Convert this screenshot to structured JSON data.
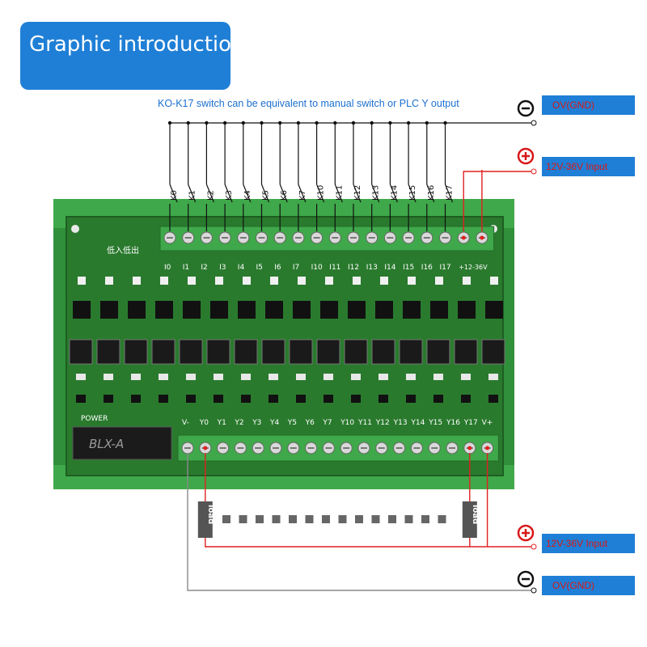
{
  "header": {
    "title": "Graphic introduction"
  },
  "caption": "KO-K17 switch can be equivalent to manual switch or PLC Y output",
  "supplies": {
    "gnd_label": "OV(GND)",
    "input_label": "12V-36V Input"
  },
  "switch_labels": [
    "K0",
    "K1",
    "K2",
    "K3",
    "K4",
    "K5",
    "K6",
    "K7",
    "K10",
    "K11",
    "K12",
    "K13",
    "K14",
    "K15",
    "K16",
    "K17"
  ],
  "input_terminals": [
    "I0",
    "I1",
    "I2",
    "I3",
    "I4",
    "I5",
    "I6",
    "I7",
    "I10",
    "I11",
    "I12",
    "I13",
    "I14",
    "I15",
    "I16",
    "I17"
  ],
  "input_power_label": "+12-36V",
  "board_chinese_label": "低入低出",
  "output_terminals": [
    "V-",
    "Y0",
    "Y1",
    "Y2",
    "Y3",
    "Y4",
    "Y5",
    "Y6",
    "Y7",
    "Y10",
    "Y11",
    "Y12",
    "Y13",
    "Y14",
    "Y15",
    "Y16",
    "Y17",
    "V+"
  ],
  "power_label": "POWER",
  "fuse_label": "BLX-A",
  "load_label": "load",
  "colors": {
    "title_bg": "#1f7fd6",
    "board_green": "#2f8f3a",
    "terminal_green": "#3fa84a",
    "wire_red": "#e02020",
    "wire_gray": "#8a8a8a",
    "caption_blue": "#1c6fd0"
  }
}
